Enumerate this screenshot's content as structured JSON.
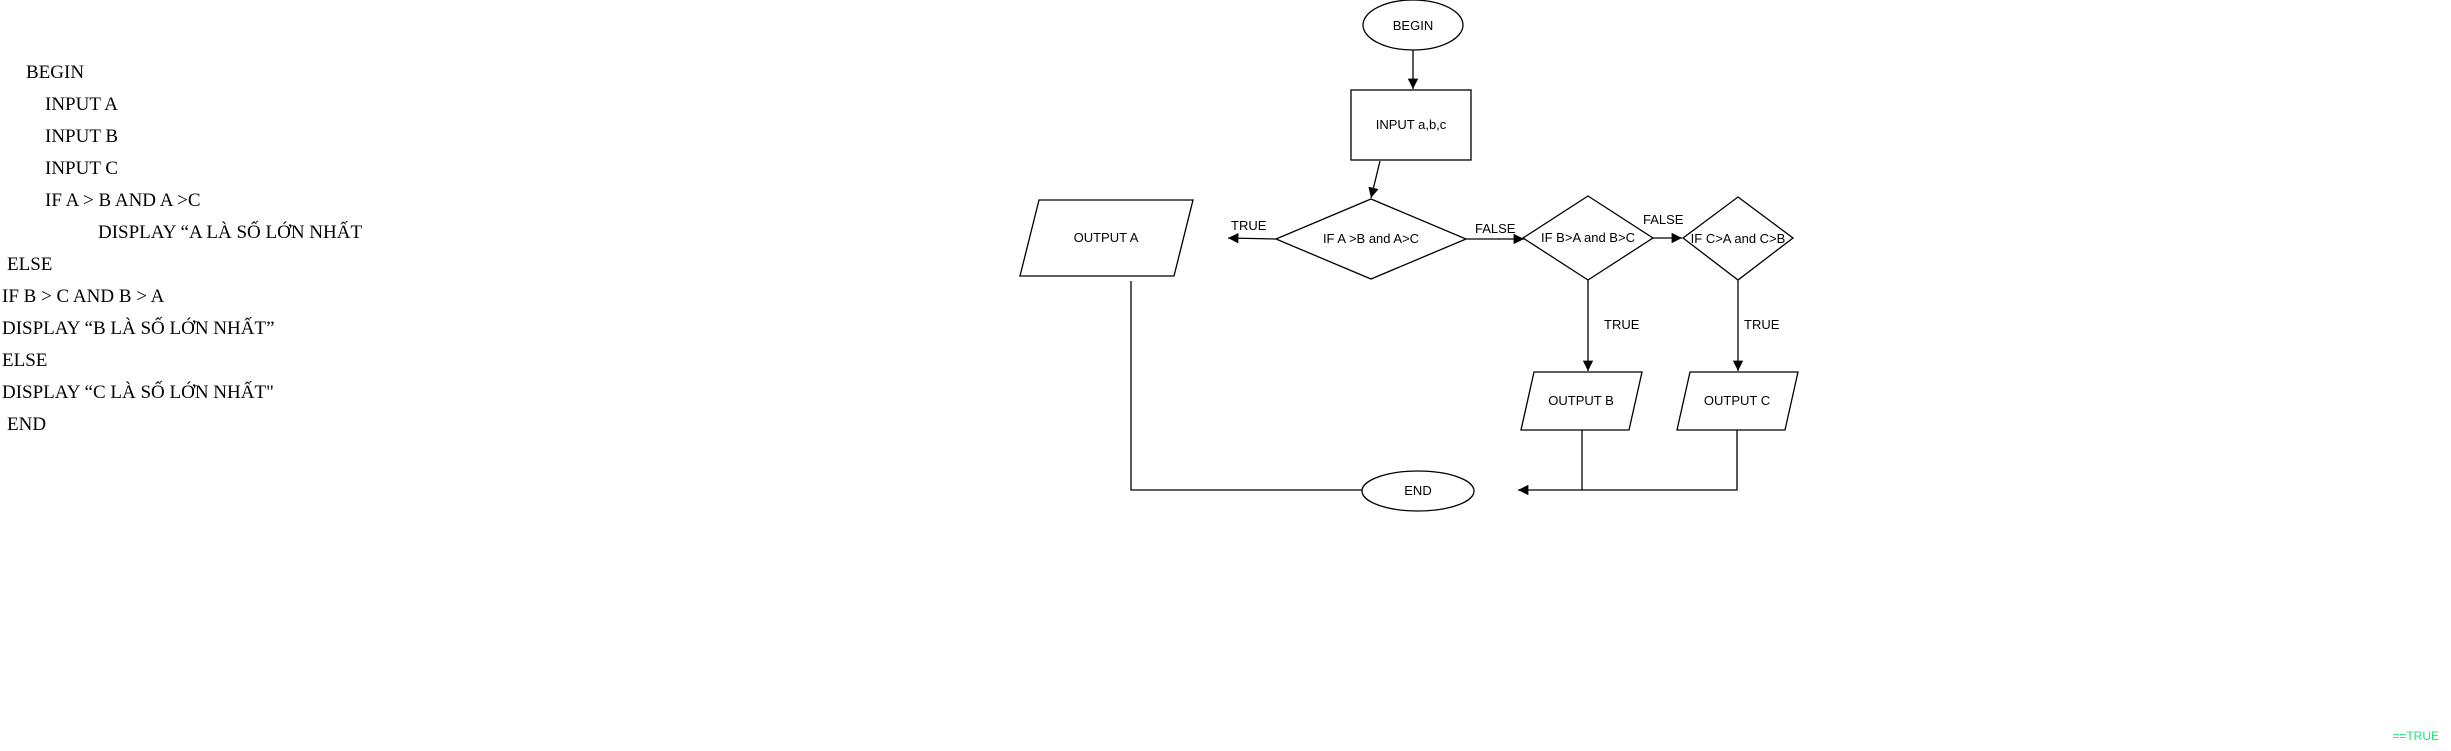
{
  "pseudocode": {
    "lines": [
      "BEGIN",
      "INPUT A",
      "INPUT B",
      "INPUT C",
      "IF A > B AND A >C",
      "DISPLAY “A LÀ SỐ LỚN NHẤT",
      "ELSE",
      "IF B > C AND B > A",
      "DISPLAY “B LÀ SỐ LỚN NHẤT”",
      "ELSE",
      "DISPLAY “C LÀ SỐ LỚN NHẤT\"",
      "END"
    ]
  },
  "flowchart": {
    "begin": "BEGIN",
    "input": "INPUT a,b,c",
    "decision1": "IF A >B and A>C",
    "decision2": "IF B>A and B>C",
    "decision3": "IF C>A and C>B",
    "output_a": "OUTPUT A",
    "output_b": "OUTPUT B",
    "output_c": "OUTPUT C",
    "end": "END",
    "label_true_1": "TRUE",
    "label_false_1": "FALSE",
    "label_false_2": "FALSE",
    "label_true_2": "TRUE",
    "label_true_3": "TRUE"
  },
  "corner_text": "==TRUE",
  "colors": {
    "stroke": "#000000",
    "corner_text": "#10e87a"
  }
}
